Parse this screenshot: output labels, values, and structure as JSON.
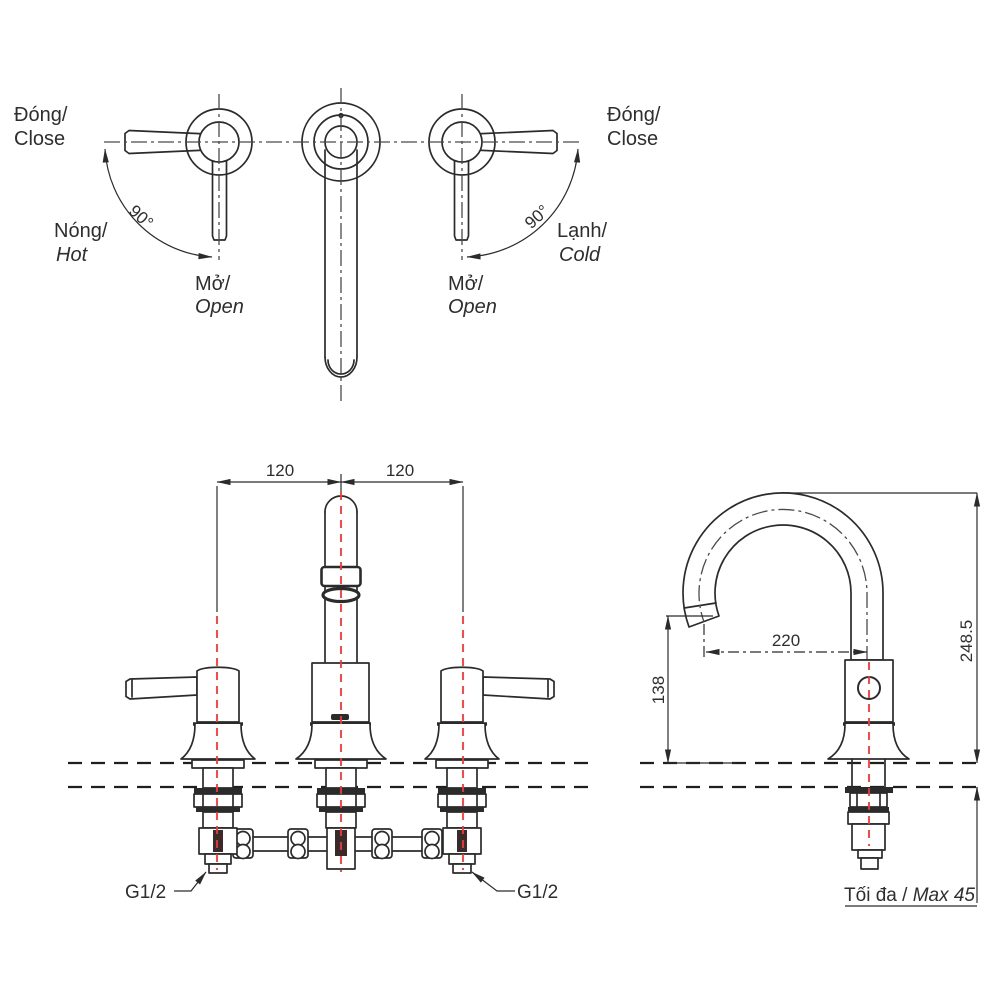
{
  "title": "faucet-technical-drawing",
  "colors": {
    "line": "#2b2b2b",
    "centerline_red": "#e2403c",
    "deck_line": "#1f1f1f"
  },
  "top_view": {
    "hot_handle": {
      "close_l1": "Đóng/",
      "close_l2": "Close",
      "hot_l1": "Nóng/",
      "hot_l2": "Hot",
      "open_l1": "Mở/",
      "open_l2": "Open",
      "angle": "90°"
    },
    "cold_handle": {
      "close_l1": "Đóng/",
      "close_l2": "Close",
      "cold_l1": "Lạnh/",
      "cold_l2": "Cold",
      "open_l1": "Mở/",
      "open_l2": "Open",
      "angle": "90°"
    }
  },
  "front_view": {
    "dim_left": "120",
    "dim_right": "120",
    "thread_left": "G1/2",
    "thread_right": "G1/2"
  },
  "side_view": {
    "dim_reach": "220",
    "dim_outlet_height": "138",
    "dim_total_height": "248.5",
    "max_label_vi": "Tối đa",
    "max_label_sep": " / ",
    "max_label_en": "Max 45"
  }
}
